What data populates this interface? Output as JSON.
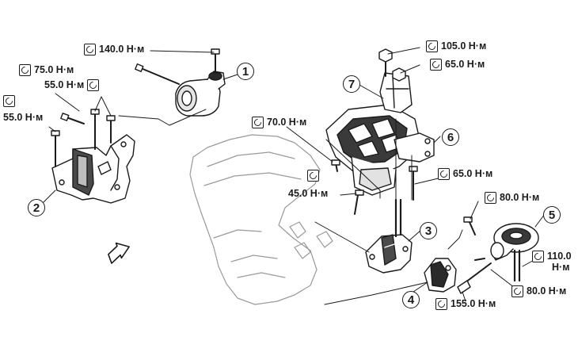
{
  "torques": [
    {
      "id": "t1",
      "value": "140.0 Н·м"
    },
    {
      "id": "t2",
      "value": "75.0 Н·м"
    },
    {
      "id": "t3",
      "value": "55.0 Н·м"
    },
    {
      "id": "t4",
      "value": "55.0 Н·м"
    },
    {
      "id": "t5",
      "value": "105.0 Н·м"
    },
    {
      "id": "t6",
      "value": "65.0 Н·м"
    },
    {
      "id": "t7",
      "value": "70.0 Н·м"
    },
    {
      "id": "t8",
      "value": "65.0 Н·м"
    },
    {
      "id": "t9",
      "value": "45.0 Н·м"
    },
    {
      "id": "t10",
      "value": "80.0 Н·м"
    },
    {
      "id": "t11",
      "value_line1": "110.0",
      "value_line2": "Н·м"
    },
    {
      "id": "t12",
      "value": "80.0 Н·м"
    },
    {
      "id": "t13",
      "value": "155.0 Н·м"
    }
  ],
  "callouts": [
    "1",
    "2",
    "3",
    "4",
    "5",
    "6",
    "7"
  ],
  "icons": {
    "torque": "torque-wrench-icon",
    "direction": "front-arrow-icon"
  }
}
